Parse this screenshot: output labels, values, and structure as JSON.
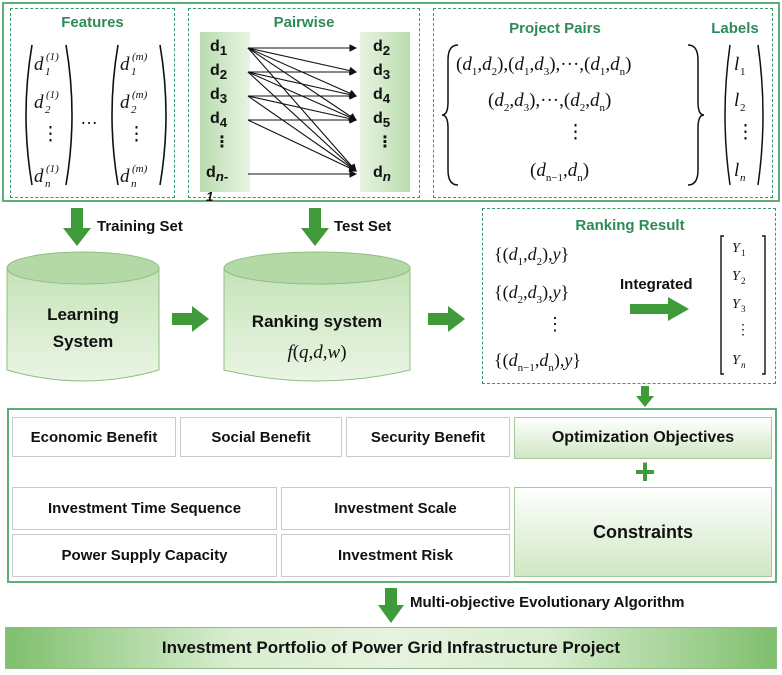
{
  "features": {
    "title": "Features",
    "col1": [
      "d",
      "d",
      "⋮",
      "d"
    ],
    "ellipsis": "…"
  },
  "pairwise": {
    "title": "Pairwise",
    "left": [
      "d1",
      "d2",
      "d3",
      "d4",
      "⋮",
      "dn-1"
    ],
    "right": [
      "d2",
      "d3",
      "d4",
      "d5",
      "⋮",
      "dn"
    ]
  },
  "project_pairs": {
    "title": "Project Pairs",
    "labels_title": "Labels"
  },
  "flow": {
    "training_set": "Training Set",
    "test_set": "Test Set",
    "learning_system_line1": "Learning",
    "learning_system_line2": "System",
    "ranking_system": "Ranking system",
    "ranking_result": "Ranking Result",
    "integrated": "Integrated"
  },
  "objectives": {
    "items": [
      "Economic Benefit",
      "Social Benefit",
      "Security Benefit"
    ],
    "header": "Optimization Objectives",
    "plus": "+"
  },
  "constraints": {
    "items": [
      "Investment Time Sequence",
      "Investment Scale",
      "Power Supply Capacity",
      "Investment Risk"
    ],
    "header": "Constraints"
  },
  "bottom": {
    "algorithm": "Multi-objective Evolutionary Algorithm",
    "result": "Investment  Portfolio of Power Grid Infrastructure Project"
  },
  "colors": {
    "accent": "#3f9a3a",
    "title_green": "#2e8b57",
    "dashed": "#3a9a6e"
  }
}
